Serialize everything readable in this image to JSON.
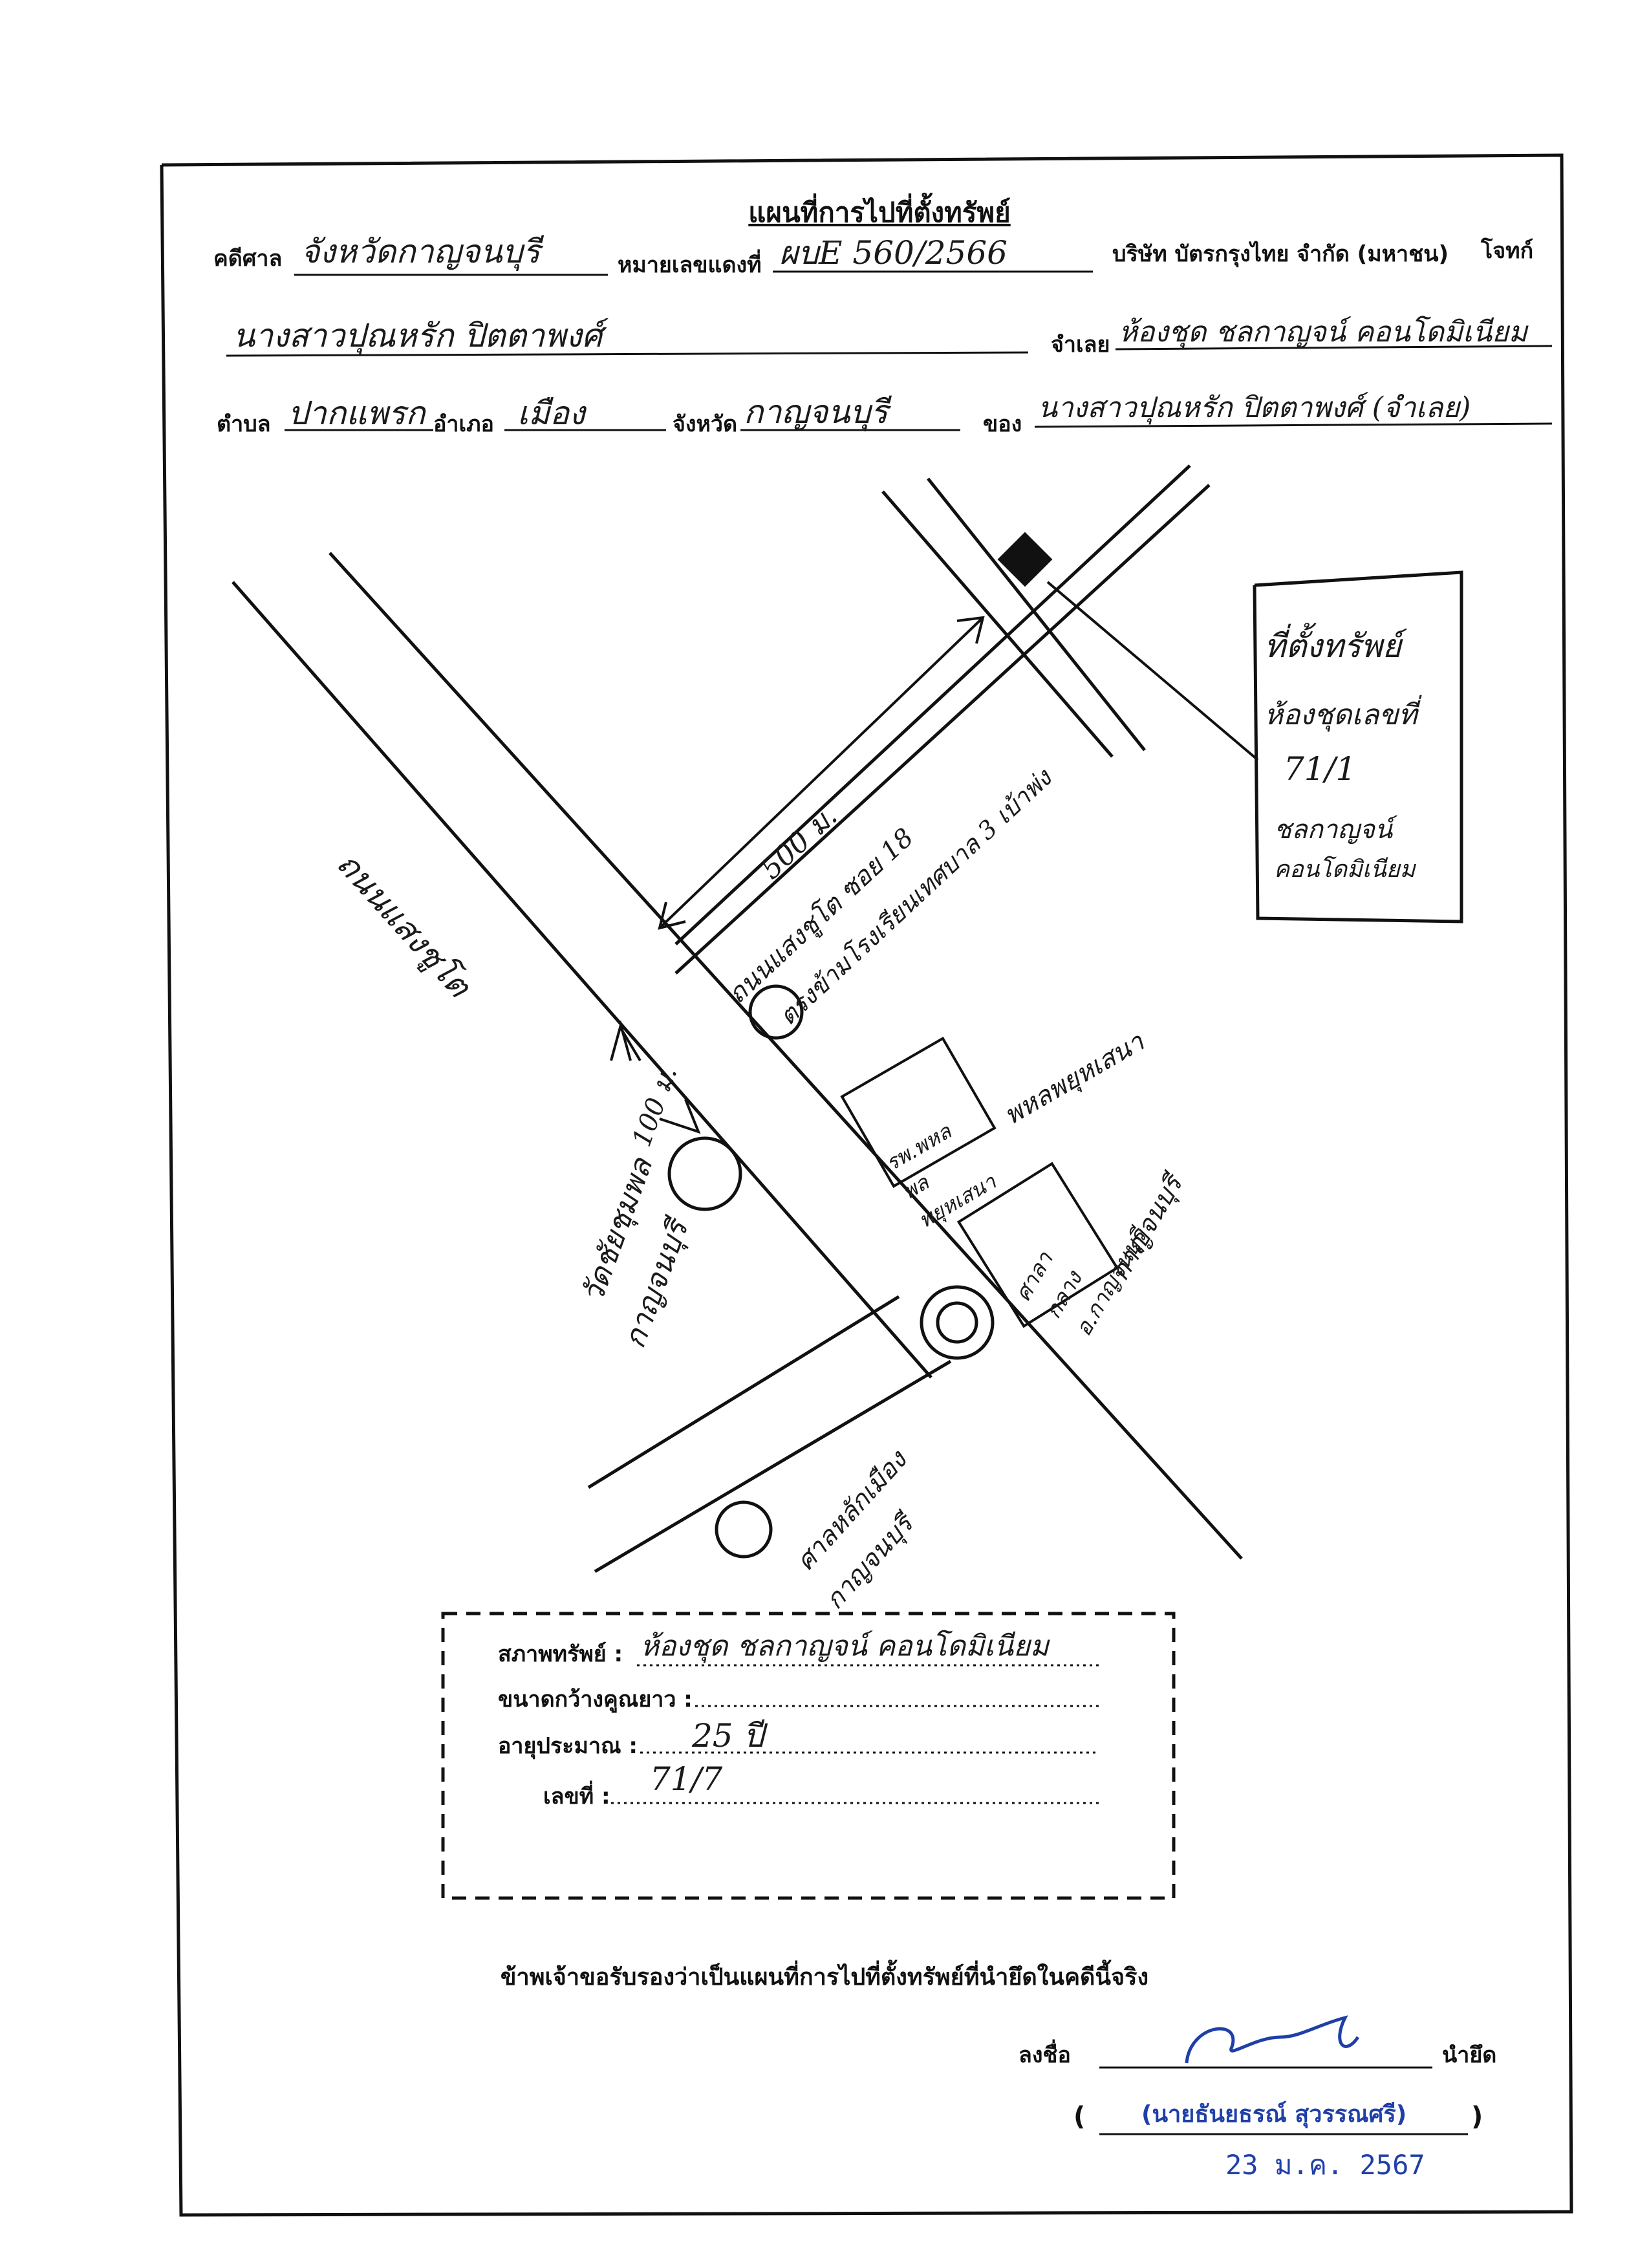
{
  "header": {
    "title": "แผนที่การไปที่ตั้งทรัพย์",
    "court_label": "คดีศาล",
    "court_value": "จังหวัดกาญจนบุรี",
    "case_no_label": "หมายเลขแดงที่",
    "case_no_value": "ผบE 560/2566",
    "plaintiff_value": "บริษัท บัตรกรุงไทย จำกัด (มหาชน)",
    "plaintiff_label": "โจทก์",
    "defendant_value": "นางสาวปุณหรัก ปิตตาพงศ์",
    "defendant_label": "จำเลย",
    "property_value": "ห้องชุด ชลกาญจน์ คอนโดมิเนียม",
    "subdistrict_label": "ตำบล",
    "subdistrict_value": "ปากแพรก",
    "district_label": "อำเภอ",
    "district_value": "เมือง",
    "province_label": "จังหวัด",
    "province_value": "กาญจนบุรี",
    "owner_label": "ของ",
    "owner_value": "นางสาวปุณหรัก ปิตตาพงศ์ (จำเลย)"
  },
  "map": {
    "main_road": "ถนนแสงชูโต",
    "soi": "ถนนแสงชูโต ซอย 18",
    "opposite": "ตรงข้ามโรงเรียนเทศบาล 3 เบ้าพ่ง",
    "distance_soi": "500 ม.",
    "distance_100": "100 ม.",
    "wat": "วัดชัยชุมพล",
    "wat2": "กาญจนบุรี",
    "hospital_box": "รพ.พหลพลพยุหเสนา",
    "hospital_side": "พหลพยุหเสนา",
    "govt_box": "ศาลากลาง อ.กาญจนบุรี",
    "govt_side": "กาญจนบุรี",
    "shrine": "ศาลหลักเมือง",
    "shrine2": "กาญจนบุรี",
    "legend_line1": "ที่ตั้งทรัพย์",
    "legend_line2": "ห้องชุดเลขที่",
    "legend_line3": "71/1",
    "legend_line4": "ชลกาญจน์",
    "legend_line5": "คอนโดมิเนียม"
  },
  "details": {
    "condition_label": "สภาพทรัพย์ :",
    "condition_value": "ห้องชุด ชลกาญจน์ คอนโดมิเนียม",
    "size_label": "ขนาดกว้างคูณยาว :",
    "size_value": "",
    "age_label": "อายุประมาณ :",
    "age_value": "25 ปี",
    "number_label": "เลขที่ :",
    "number_value": "71/7"
  },
  "footer": {
    "certify": "ข้าพเจ้าขอรับรองว่าเป็นแผนที่การไปที่ตั้งทรัพย์ที่นำยึดในคดีนี้จริง",
    "sign_label": "ลงชื่อ",
    "sign_role": "นำยึด",
    "signer_name": "(นายธันยธรณ์ สุวรรณศรี)",
    "paren_open": "(",
    "paren_close": ")",
    "date": "23 ม.ค. 2567"
  }
}
